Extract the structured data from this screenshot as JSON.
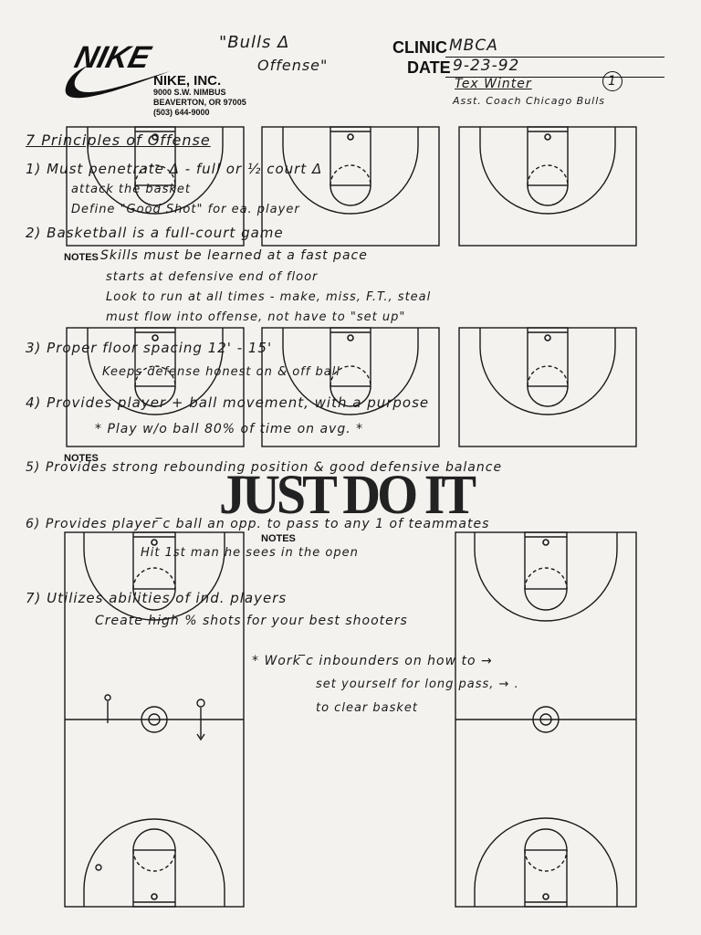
{
  "header": {
    "logo_text": "NIKE",
    "company": "NIKE, INC.",
    "address_line1": "9000 S.W. NIMBUS",
    "address_line2": "BEAVERTON, OR 97005",
    "phone": "(503) 644-9000",
    "title_line1": "\"Bulls Δ",
    "title_line2": "Offense\"",
    "clinic_label": "CLINIC",
    "clinic_value": "MBCA",
    "date_label": "DATE",
    "date_value": "9-23-92",
    "page_number": "1",
    "author": "Tex Winter",
    "author_role": "Asst. Coach Chicago Bulls"
  },
  "notes": {
    "heading": "7 Principles of Offense",
    "p1_a": "1) Must penetrate Δ - full or ½ court Δ",
    "p1_b": "attack the basket",
    "p1_c": "Define \"Good Shot\" for ea. player",
    "p2": "2) Basketball is a full-court game",
    "notes_label": "NOTES",
    "p2_a": "Skills must be learned at a fast pace",
    "p2_b": "starts at defensive end of floor",
    "p2_c": "Look to run at all times - make, miss, F.T., steal",
    "p2_d": "must flow into offense, not have to \"set up\"",
    "p3": "3) Proper floor spacing 12' - 15'",
    "p3_a": "Keeps defense honest on & off ball",
    "p4": "4) Provides player + ball movement, with a purpose",
    "p4_a": "* Play w/o ball 80% of time on avg. *",
    "notes_label2": "NOTES",
    "p5": "5) Provides strong rebounding position & good defensive balance",
    "slogan": "JUST DO IT",
    "p6": "6) Provides player ̅c ball an opp. to pass to any 1 of teammates",
    "notes_label3": "NOTES",
    "p6_a": "Hit 1st man he sees in the open",
    "p7": "7) Utilizes abilities of ind. players",
    "p7_a": "Create high % shots for your best shooters",
    "tip_a": "* Work ̅c inbounders on how to →",
    "tip_b": "set yourself for long pass, → .",
    "tip_c": "to clear basket"
  }
}
